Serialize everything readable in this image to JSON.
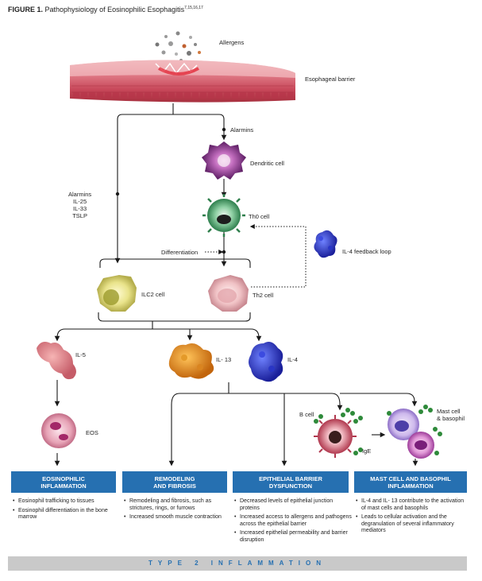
{
  "title": {
    "figure": "FIGURE 1.",
    "text": "Pathophysiology of Eosinophilic Esophagitis",
    "refs": "7,15,16,17"
  },
  "labels": {
    "allergens": "Allergens",
    "esophageal_barrier": "Esophageal barrier",
    "alarmins_top": "Alarmins",
    "dendritic_cell": "Dendritic cell",
    "alarmins_list": [
      "Alarmins",
      "IL-25",
      "IL-33",
      "TSLP"
    ],
    "th0_cell": "Th0 cell",
    "il4_feedback": "IL-4 feedback loop",
    "differentiation": "Differentiation",
    "ilc2_cell": "ILC2 cell",
    "th2_cell": "Th2 cell",
    "il5": "IL-5",
    "il13": "IL- 13",
    "il4": "IL-4",
    "eos": "EOS",
    "b_cell": "B cell",
    "mast_cell": [
      "Mast cell",
      "& basophil"
    ],
    "ige": "IgE"
  },
  "outcomes": [
    {
      "title": [
        "EOSINOPHILIC",
        "INFLAMMATION"
      ],
      "bullets": [
        "Eosinophil trafficking to tissues",
        "Eosinophil differentiation in the bone marrow"
      ]
    },
    {
      "title": [
        "REMODELING",
        "AND FIBROSIS"
      ],
      "bullets": [
        "Remodeling and fibrosis, such as strictures, rings, or furrows",
        "Increased smooth muscle contraction"
      ]
    },
    {
      "title": [
        "EPITHELIAL BARRIER",
        "DYSFUNCTION"
      ],
      "bullets": [
        "Decreased levels of epithelial junction proteins",
        "Increased access to allergens and pathogens across the epithelial barrier",
        "Increased epithelial permeability and barrier disruption"
      ]
    },
    {
      "title": [
        "MAST CELL AND BASOPHIL",
        "INFLAMMATION"
      ],
      "bullets": [
        "IL-4 and IL- 13 contribute to the activation of mast cells and basophils",
        "Leads to cellular activation and the degranulation of several inflammatory mediators"
      ]
    }
  ],
  "footer": "TYPE 2 INFLAMMATION",
  "colors": {
    "box_blue": "#2670b1",
    "footer_gray": "#c9c9c9",
    "tissue_red": "#c8485a",
    "line": "#1a1a1a"
  }
}
